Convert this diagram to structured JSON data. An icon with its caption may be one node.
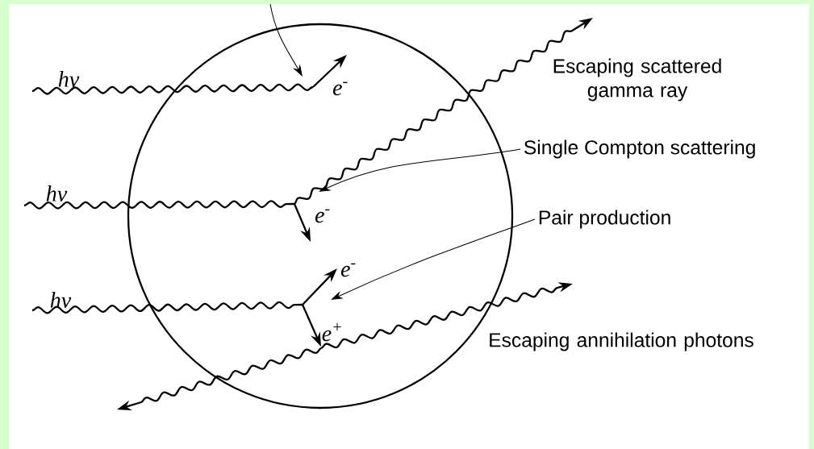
{
  "diagram": {
    "nodes": [
      {
        "text": [
          "Single Compton scattering"
        ]
      },
      {
        "text": [
          "Pair production"
        ]
      }
    ],
    "edges": [
      {
        "from": 0,
        "to": null,
        "arrow": "to"
      },
      {
        "from": 1,
        "to": null,
        "arrow": "to"
      }
    ],
    "labels": [
      "Escaping scattered gamma ray",
      "hν",
      "e$^{-}$",
      "hν",
      "e$^{-}$",
      "e$^{-}$",
      "hν",
      "e$^{+}$",
      "Escaping annihilation photons"
    ]
  }
}
